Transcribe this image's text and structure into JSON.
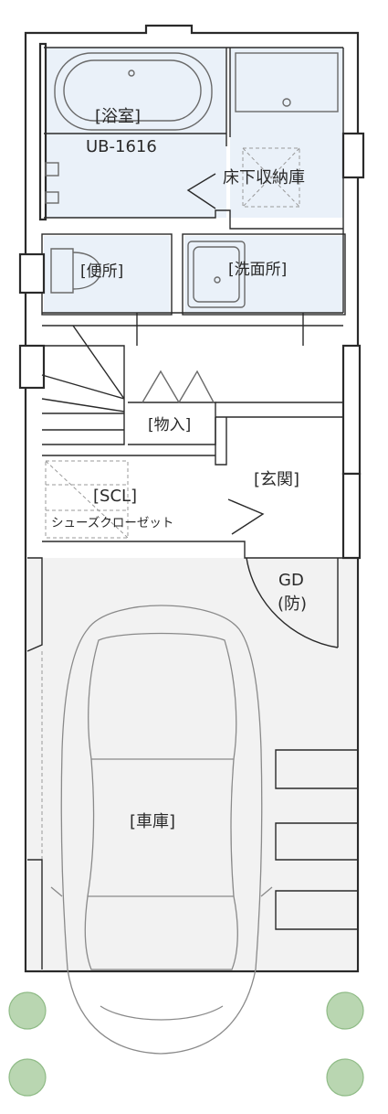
{
  "rooms": {
    "bath": "[浴室]",
    "unit_bath": "UB-1616",
    "underfloor": "床下収納庫",
    "toilet": "[便所]",
    "washroom": "[洗面所]",
    "storage": "[物入]",
    "shoe_closet": "[SCL]",
    "shoe_closet_full": "シューズクローゼット",
    "entrance": "[玄関]",
    "garage_door": "GD",
    "garage_door_note": "(防)",
    "garage": "[車庫]"
  }
}
